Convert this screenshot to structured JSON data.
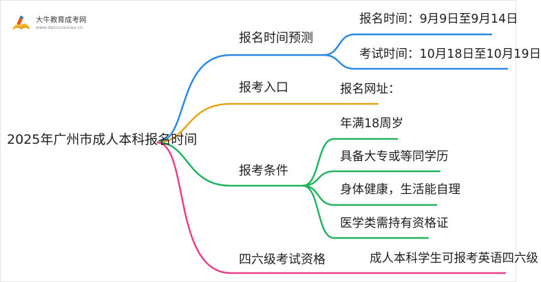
{
  "logo": {
    "name": "大牛教育成考网",
    "url": "www.daniuzaixiao.cn",
    "icon": "book-pencil-logo"
  },
  "root": {
    "label": "2025年广州市成人本科报名时间"
  },
  "colors": {
    "blue": "#2a88e6",
    "orange": "#e5a41a",
    "green": "#22b35e",
    "pink": "#e83e86"
  },
  "branches": [
    {
      "label": "报名时间预测",
      "color": "blue",
      "children": [
        {
          "label": "报名时间：9月9日至9月14日"
        },
        {
          "label": "考试时间：10月18日至10月19日"
        }
      ]
    },
    {
      "label": "报考入口",
      "color": "orange",
      "children": [
        {
          "label": "报名网址："
        }
      ]
    },
    {
      "label": "报考条件",
      "color": "green",
      "children": [
        {
          "label": "年满18周岁"
        },
        {
          "label": "具备大专或等同学历"
        },
        {
          "label": "身体健康，生活能自理"
        },
        {
          "label": "医学类需持有资格证"
        }
      ]
    },
    {
      "label": "四六级考试资格",
      "color": "pink",
      "children": [
        {
          "label": "成人本科学生可报考英语四六级"
        }
      ]
    }
  ]
}
